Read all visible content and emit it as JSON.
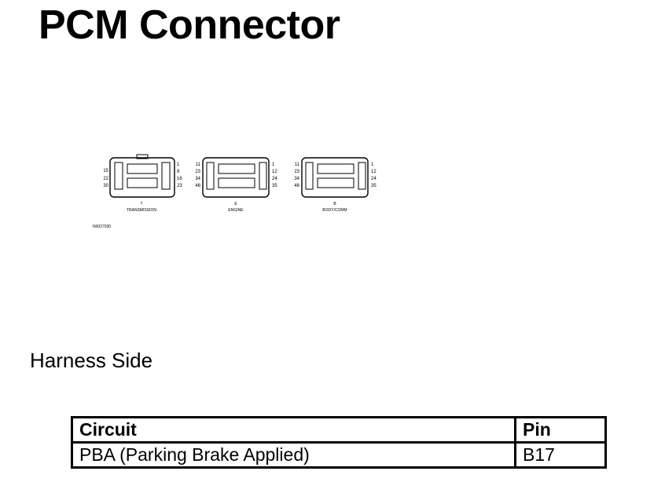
{
  "title": "PCM Connector",
  "diagram": {
    "connectors": [
      {
        "letter": "T",
        "name": "TRANSMISSION",
        "left_pins": [
          "",
          "15",
          "22",
          "30"
        ],
        "right_pins": [
          "1",
          "8",
          "16",
          "23"
        ]
      },
      {
        "letter": "E",
        "name": "ENGINE",
        "left_pins": [
          "11",
          "23",
          "34",
          "46"
        ],
        "right_pins": [
          "1",
          "12",
          "24",
          "35"
        ]
      },
      {
        "letter": "B",
        "name": "BODY/COMM",
        "left_pins": [
          "11",
          "23",
          "34",
          "46"
        ],
        "right_pins": [
          "1",
          "12",
          "24",
          "35"
        ]
      }
    ],
    "figure_id": "N0027030"
  },
  "harness_label": "Harness Side",
  "table": {
    "headers": {
      "circuit": "Circuit",
      "pin": "Pin"
    },
    "rows": [
      {
        "circuit": "PBA (Parking Brake Applied)",
        "pin": "B17"
      }
    ]
  }
}
